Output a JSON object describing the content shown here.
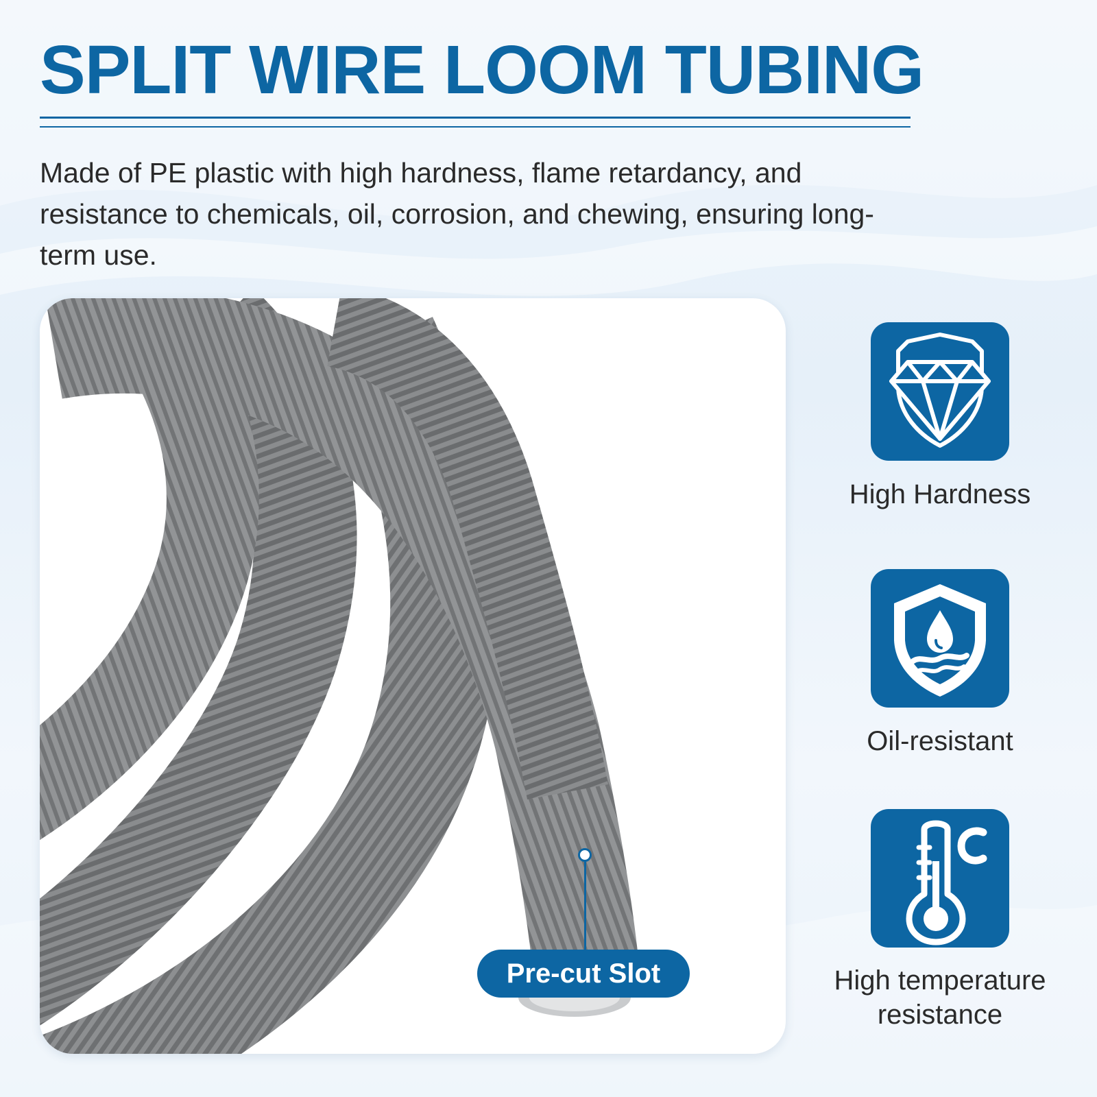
{
  "header": {
    "title": "SPLIT WIRE LOOM TUBING",
    "description": "Made of PE plastic with high hardness, flame retardancy, and resistance to chemicals, oil, corrosion, and chewing, ensuring long-term use."
  },
  "photo": {
    "callout_label": "Pre-cut Slot"
  },
  "features": [
    {
      "label": "High Hardness",
      "icon": "diamond-shield-icon"
    },
    {
      "label": "Oil-resistant",
      "icon": "oil-drop-shield-icon"
    },
    {
      "label": "High temperature resistance",
      "icon": "thermometer-celsius-icon"
    }
  ],
  "colors": {
    "brand_blue": "#0d66a3",
    "tube_gray": "#8a8c8e",
    "text_dark": "#2a2a2a"
  }
}
